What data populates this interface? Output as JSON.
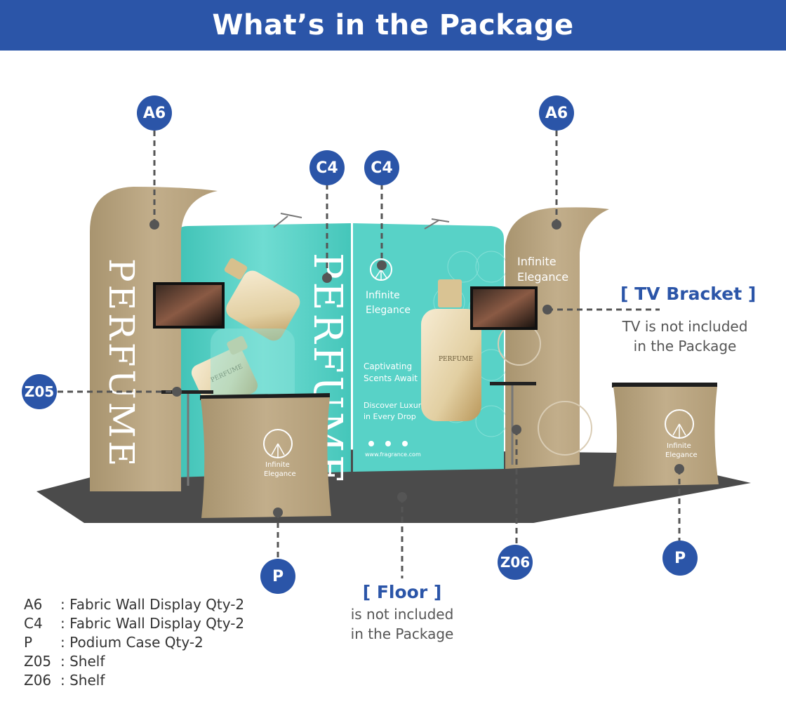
{
  "header": {
    "title": "What’s in the Package"
  },
  "badges": {
    "a6_left": "A6",
    "a6_right": "A6",
    "c4_left": "C4",
    "c4_right": "C4",
    "z05": "Z05",
    "z06": "Z06",
    "p_left": "P",
    "p_right": "P"
  },
  "booth": {
    "left_tower_text": "PERFUME",
    "center_wall_text": "PERFUME",
    "brand_line1": "Infinite",
    "brand_line2": "Elegance",
    "tagline1_line1": "Captivating",
    "tagline1_line2": "Scents Await",
    "tagline2_line1": "Discover Luxury",
    "tagline2_line2": "in Every Drop",
    "website": "www.fragrance.com",
    "bottle_label": "PERFUME"
  },
  "callouts": {
    "tv_bracket": {
      "title": "[ TV Bracket ]",
      "line1": "TV is not included",
      "line2": "in the Package"
    },
    "floor": {
      "title": "[ Floor ]",
      "line1": "is not included",
      "line2": "in the Package"
    }
  },
  "legend": [
    {
      "code": "A6",
      "desc": ": Fabric Wall Display Qty-2"
    },
    {
      "code": "C4",
      "desc": " : Fabric Wall Display Qty-2"
    },
    {
      "code": "P",
      "desc": " : Podium Case Qty-2"
    },
    {
      "code": "Z05",
      "desc": " : Shelf"
    },
    {
      "code": "Z06",
      "desc": " : Shelf"
    }
  ],
  "colors": {
    "brand_blue": "#2b55a8",
    "tan": "#b9a584",
    "teal": "#55cfc4",
    "floor": "#4a4a4a"
  }
}
